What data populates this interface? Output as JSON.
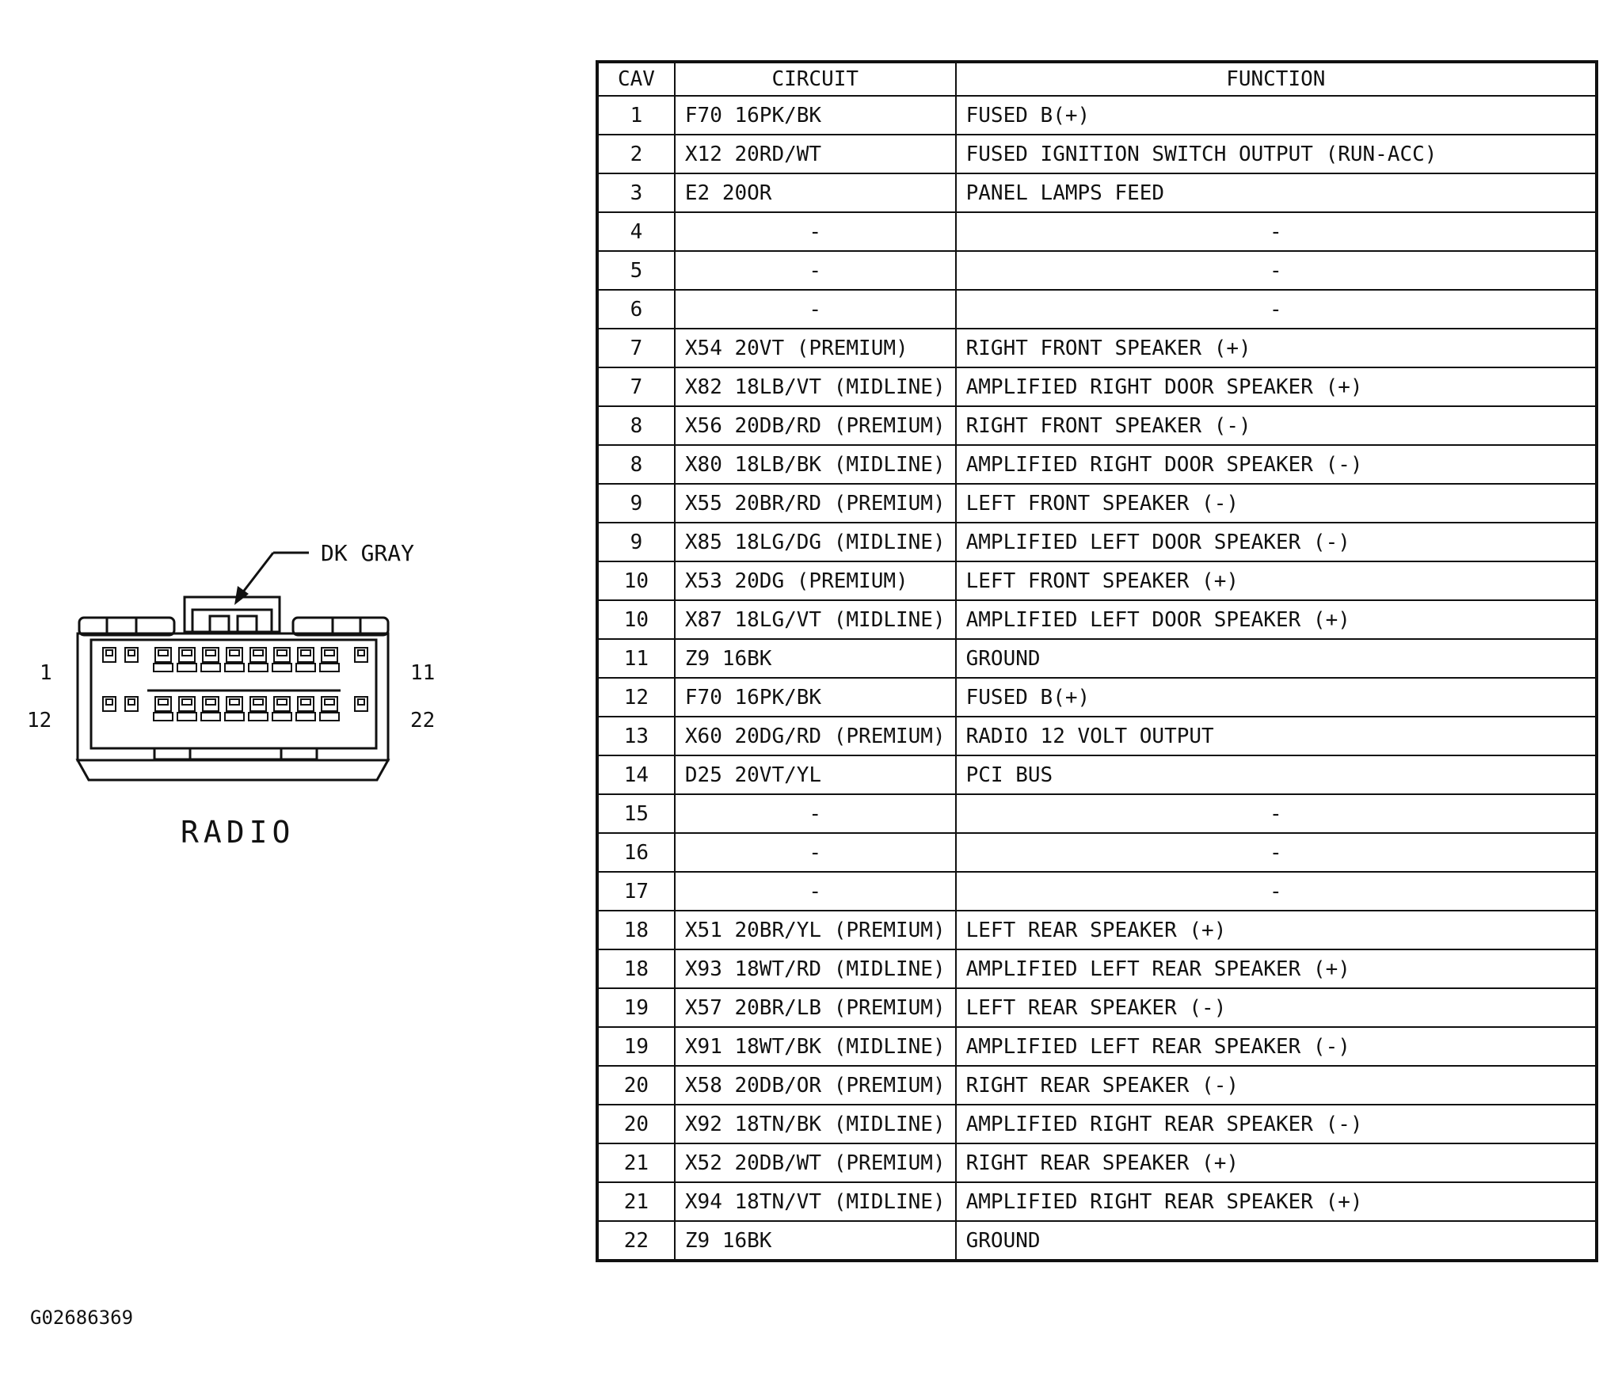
{
  "connector": {
    "name": "RADIO",
    "color_callout": "DK GRAY",
    "pin_labels": {
      "top_left": "1",
      "top_right": "11",
      "bottom_left": "12",
      "bottom_right": "22"
    }
  },
  "table": {
    "headers": {
      "cav": "CAV",
      "circuit": "CIRCUIT",
      "function": "FUNCTION"
    },
    "rows": [
      {
        "cav": "1",
        "circuit": "F70 16PK/BK",
        "function": "FUSED B(+)"
      },
      {
        "cav": "2",
        "circuit": "X12 20RD/WT",
        "function": "FUSED IGNITION SWITCH OUTPUT (RUN-ACC)"
      },
      {
        "cav": "3",
        "circuit": "E2 20OR",
        "function": "PANEL LAMPS FEED"
      },
      {
        "cav": "4",
        "circuit": "-",
        "function": "-"
      },
      {
        "cav": "5",
        "circuit": "-",
        "function": "-"
      },
      {
        "cav": "6",
        "circuit": "-",
        "function": "-"
      },
      {
        "cav": "7",
        "circuit": "X54 20VT (PREMIUM)",
        "function": "RIGHT FRONT SPEAKER (+)"
      },
      {
        "cav": "7",
        "circuit": "X82 18LB/VT (MIDLINE)",
        "function": "AMPLIFIED RIGHT DOOR SPEAKER (+)"
      },
      {
        "cav": "8",
        "circuit": "X56 20DB/RD (PREMIUM)",
        "function": "RIGHT FRONT SPEAKER (-)"
      },
      {
        "cav": "8",
        "circuit": "X80 18LB/BK (MIDLINE)",
        "function": "AMPLIFIED RIGHT DOOR SPEAKER (-)"
      },
      {
        "cav": "9",
        "circuit": "X55 20BR/RD (PREMIUM)",
        "function": "LEFT FRONT SPEAKER (-)"
      },
      {
        "cav": "9",
        "circuit": "X85 18LG/DG (MIDLINE)",
        "function": "AMPLIFIED LEFT DOOR SPEAKER (-)"
      },
      {
        "cav": "10",
        "circuit": "X53 20DG (PREMIUM)",
        "function": "LEFT FRONT SPEAKER (+)"
      },
      {
        "cav": "10",
        "circuit": "X87 18LG/VT (MIDLINE)",
        "function": "AMPLIFIED LEFT DOOR SPEAKER (+)"
      },
      {
        "cav": "11",
        "circuit": "Z9 16BK",
        "function": "GROUND"
      },
      {
        "cav": "12",
        "circuit": "F70 16PK/BK",
        "function": "FUSED B(+)"
      },
      {
        "cav": "13",
        "circuit": "X60 20DG/RD (PREMIUM)",
        "function": "RADIO 12 VOLT OUTPUT"
      },
      {
        "cav": "14",
        "circuit": "D25 20VT/YL",
        "function": "PCI BUS"
      },
      {
        "cav": "15",
        "circuit": "-",
        "function": "-"
      },
      {
        "cav": "16",
        "circuit": "-",
        "function": "-"
      },
      {
        "cav": "17",
        "circuit": "-",
        "function": "-"
      },
      {
        "cav": "18",
        "circuit": "X51 20BR/YL (PREMIUM)",
        "function": "LEFT REAR SPEAKER (+)"
      },
      {
        "cav": "18",
        "circuit": "X93 18WT/RD (MIDLINE)",
        "function": "AMPLIFIED LEFT REAR SPEAKER (+)"
      },
      {
        "cav": "19",
        "circuit": "X57 20BR/LB (PREMIUM)",
        "function": "LEFT REAR SPEAKER (-)"
      },
      {
        "cav": "19",
        "circuit": "X91 18WT/BK (MIDLINE)",
        "function": "AMPLIFIED LEFT REAR SPEAKER (-)"
      },
      {
        "cav": "20",
        "circuit": "X58 20DB/OR (PREMIUM)",
        "function": "RIGHT REAR SPEAKER (-)"
      },
      {
        "cav": "20",
        "circuit": "X92 18TN/BK (MIDLINE)",
        "function": "AMPLIFIED RIGHT REAR SPEAKER (-)"
      },
      {
        "cav": "21",
        "circuit": "X52 20DB/WT (PREMIUM)",
        "function": "RIGHT REAR SPEAKER (+)"
      },
      {
        "cav": "21",
        "circuit": "X94 18TN/VT (MIDLINE)",
        "function": "AMPLIFIED RIGHT REAR SPEAKER (+)"
      },
      {
        "cav": "22",
        "circuit": "Z9 16BK",
        "function": "GROUND"
      }
    ]
  },
  "figure_id": "G02686369"
}
